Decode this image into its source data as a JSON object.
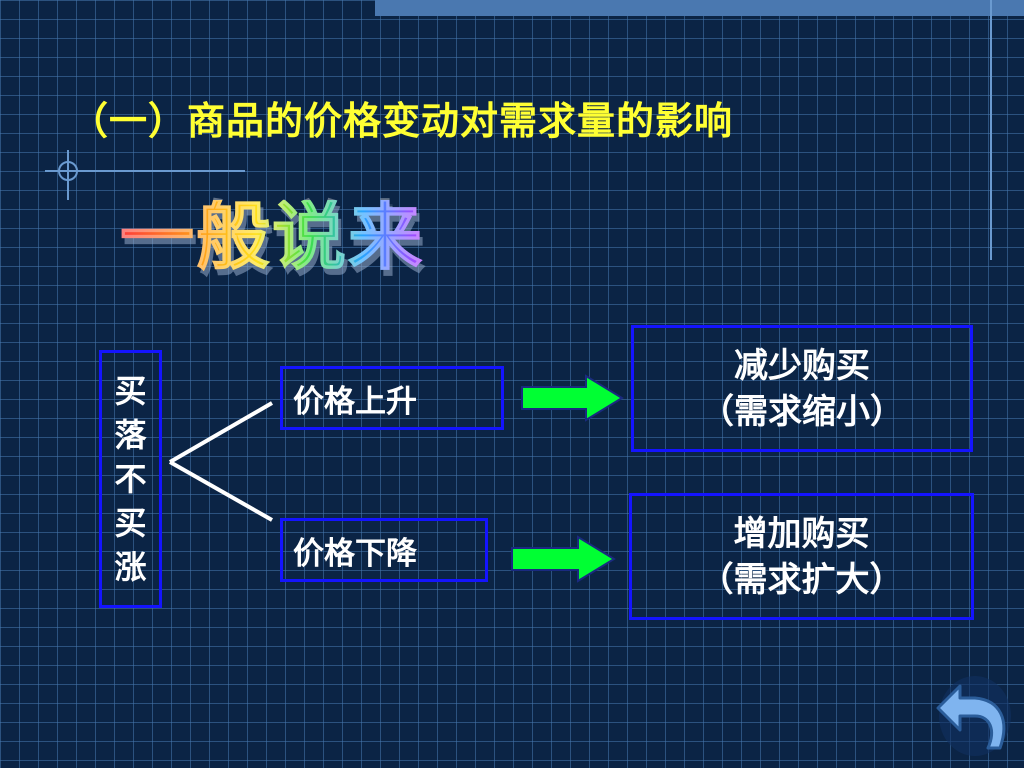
{
  "slide": {
    "title": "（一）商品的价格变动对需求量的影响",
    "wordart": "一般说来"
  },
  "diagram": {
    "left_label_chars": [
      "买",
      "落",
      "不",
      "买",
      "涨"
    ],
    "branches": [
      {
        "condition": "价格上升",
        "result_line1": "减少购买",
        "result_line2": "（需求缩小）"
      },
      {
        "condition": "价格下降",
        "result_line1": "增加购买",
        "result_line2": "（需求扩大）"
      }
    ]
  },
  "colors": {
    "background": "#0b2445",
    "title": "#ffff33",
    "box_border": "#1414ff",
    "arrow": "#00ff33",
    "text": "#ffffff"
  },
  "icons": {
    "back_button": "return-arrow-icon"
  }
}
